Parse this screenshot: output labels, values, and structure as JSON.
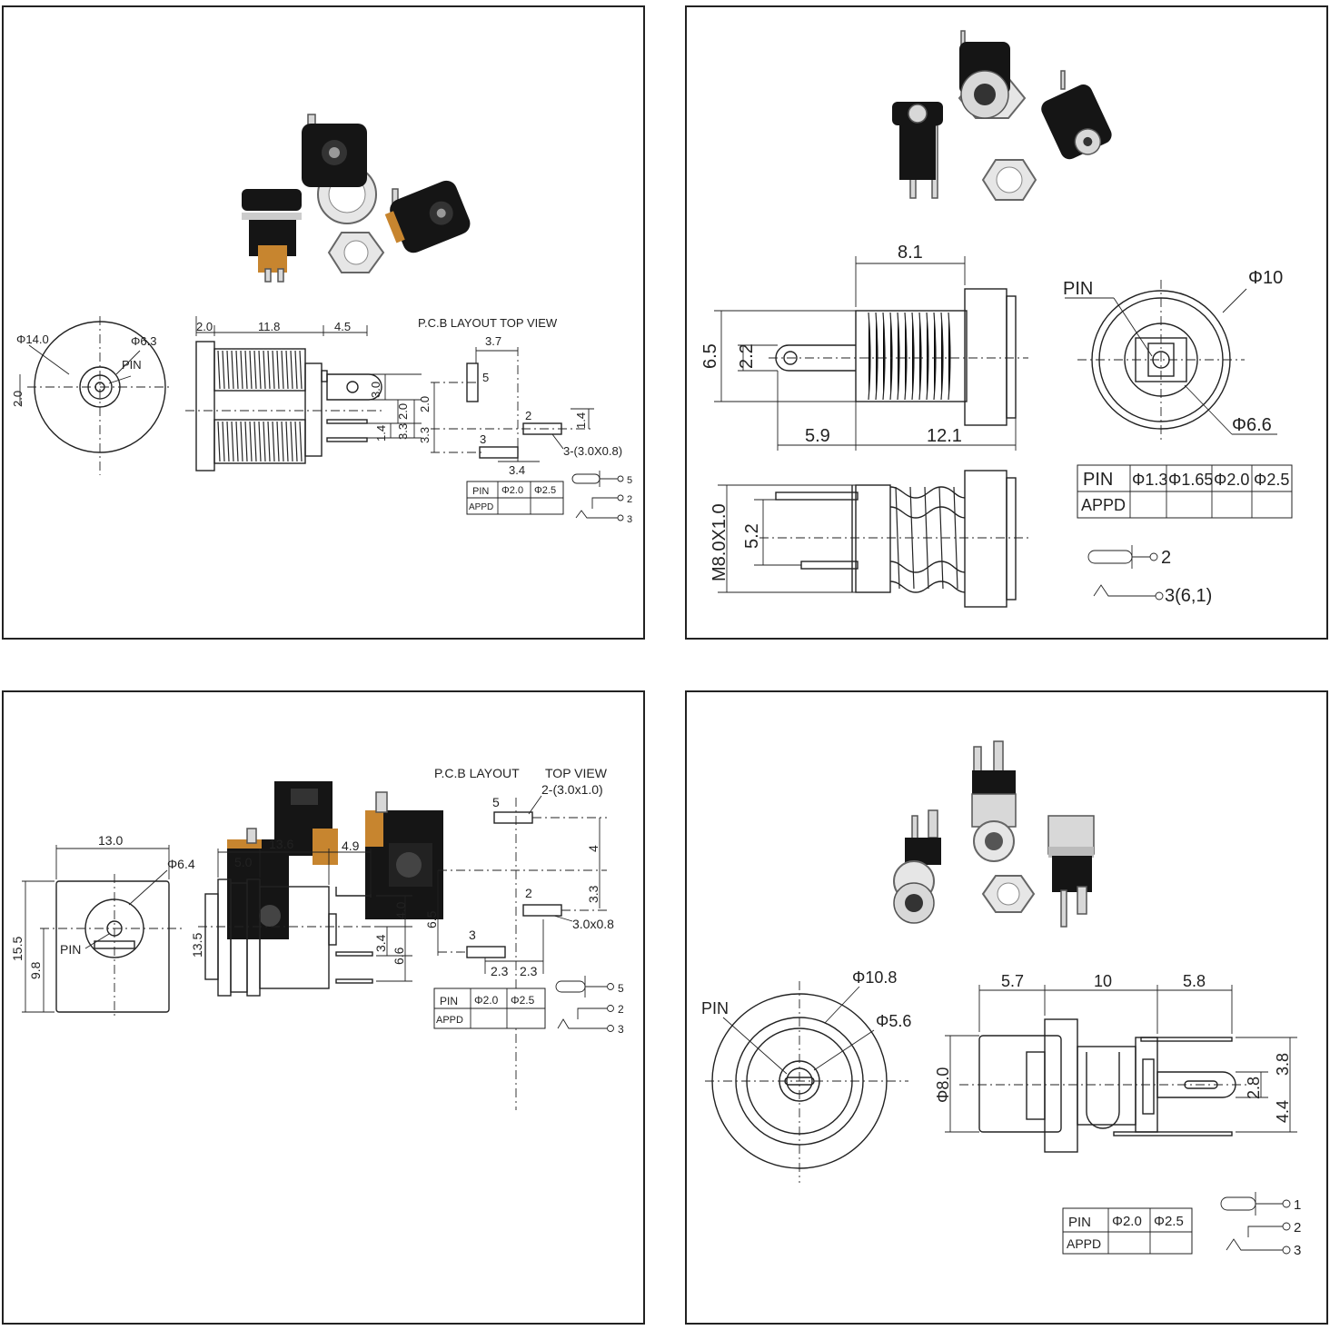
{
  "panels": {
    "p1": {
      "front": {
        "d_outer": "Φ14.0",
        "d_inner": "Φ6.3",
        "pin": "PIN",
        "h": "2.0"
      },
      "side": {
        "a": "2.0",
        "b": "11.8",
        "c": "4.5",
        "r1": "3.0",
        "r2": "2.0",
        "r3": "3.3",
        "r4": "1.4"
      },
      "pcb": {
        "title": "P.C.B LAYOUT TOP VIEW",
        "w1": "3.7",
        "h1": "2.0",
        "h2": "3.3",
        "h3": "1.4",
        "w2": "3.4",
        "pin5": "5",
        "pin2": "2",
        "pin3": "3",
        "slot": "3-(3.0X0.8)"
      },
      "table": {
        "pin": "PIN",
        "c1": "Φ2.0",
        "c2": "Φ2.5",
        "appd": "APPD"
      },
      "schem": {
        "n5": "5",
        "n2": "2",
        "n3": "3"
      }
    },
    "p2": {
      "side": {
        "top": "8.1",
        "h1": "6.5",
        "h2": "2.2",
        "b1": "5.9",
        "b2": "12.1"
      },
      "front": {
        "pin": "PIN",
        "d1": "Φ10",
        "d2": "Φ6.6"
      },
      "bottom": {
        "m": "M8.0X1.0",
        "w": "5.2"
      },
      "table": {
        "pin": "PIN",
        "c1": "Φ1.3",
        "c2": "Φ1.65",
        "c3": "Φ2.0",
        "c4": "Φ2.5",
        "appd": "APPD"
      },
      "schem": {
        "n2": "2",
        "n3": "3(6,1)"
      }
    },
    "p3": {
      "front": {
        "w": "13.0",
        "d": "Φ6.4",
        "h1": "15.5",
        "h2": "9.8",
        "pin": "PIN"
      },
      "side": {
        "a": "5.0",
        "b": "13.6",
        "c": "4.9",
        "h": "13.5",
        "r1": "4.0",
        "r2": "3.4",
        "r3": "6.6"
      },
      "pcb": {
        "t1": "P.C.B LAYOUT",
        "t2": "TOP VIEW",
        "slot1": "2-(3.0x1.0)",
        "pin5": "5",
        "pin2": "2",
        "pin3": "3",
        "v1": "4",
        "v2": "3.3",
        "v3": "6.5",
        "slot2": "3.0x0.8",
        "b1": "2.3",
        "b2": "2.3"
      },
      "table": {
        "pin": "PIN",
        "c1": "Φ2.0",
        "c2": "Φ2.5",
        "appd": "APPD"
      },
      "schem": {
        "n5": "5",
        "n2": "2",
        "n3": "3"
      }
    },
    "p4": {
      "front": {
        "pin": "PIN",
        "d1": "Φ10.8",
        "d2": "Φ5.6"
      },
      "side": {
        "a": "5.7",
        "b": "10",
        "c": "5.8",
        "d": "Φ8.0",
        "r1": "3.8",
        "r2": "2.8",
        "r3": "4.4"
      },
      "table": {
        "pin": "PIN",
        "c1": "Φ2.0",
        "c2": "Φ2.5",
        "appd": "APPD"
      },
      "schem": {
        "n1": "1",
        "n2": "2",
        "n3": "3"
      }
    }
  }
}
